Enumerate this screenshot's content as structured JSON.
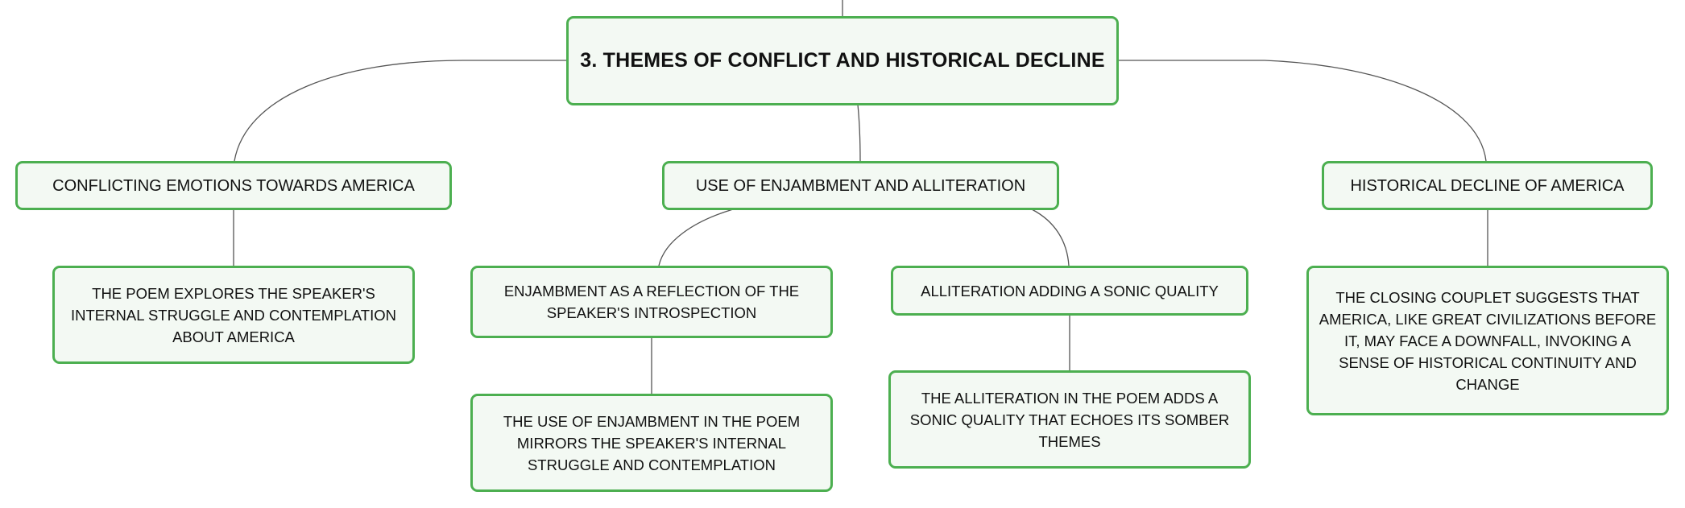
{
  "diagram": {
    "root": {
      "label": "3. THEMES OF CONFLICT AND HISTORICAL DECLINE"
    },
    "branches": [
      {
        "label": "CONFLICTING EMOTIONS TOWARDS AMERICA",
        "children": [
          {
            "label": "THE POEM EXPLORES THE SPEAKER'S INTERNAL STRUGGLE AND CONTEMPLATION ABOUT AMERICA"
          }
        ]
      },
      {
        "label": "USE OF ENJAMBMENT AND ALLITERATION",
        "children": [
          {
            "label": "ENJAMBMENT AS A REFLECTION OF THE SPEAKER'S INTROSPECTION",
            "children": [
              {
                "label": "THE USE OF ENJAMBMENT IN THE POEM MIRRORS THE SPEAKER'S INTERNAL STRUGGLE AND CONTEMPLATION"
              }
            ]
          },
          {
            "label": "ALLITERATION ADDING A SONIC QUALITY",
            "children": [
              {
                "label": "THE ALLITERATION IN THE POEM ADDS A SONIC QUALITY THAT ECHOES ITS SOMBER THEMES"
              }
            ]
          }
        ]
      },
      {
        "label": "HISTORICAL DECLINE OF AMERICA",
        "children": [
          {
            "label": "THE CLOSING COUPLET SUGGESTS THAT AMERICA, LIKE GREAT CIVILIZATIONS BEFORE IT, MAY FACE A DOWNFALL, INVOKING A SENSE OF HISTORICAL CONTINUITY AND CHANGE"
          }
        ]
      }
    ]
  },
  "colors": {
    "node_border": "#4caf50",
    "node_fill": "#f3f9f3",
    "connector": "#555555",
    "text": "#111111"
  }
}
